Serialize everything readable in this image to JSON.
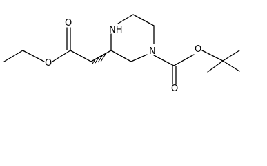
{
  "structure": {
    "atoms": {
      "n_ring_amine": "NH",
      "n_ring_carbamate": "N",
      "o_ester_carbonyl": "O",
      "o_ester_ether": "O",
      "o_boc_carbonyl": "O",
      "o_boc_ether": "O"
    }
  }
}
